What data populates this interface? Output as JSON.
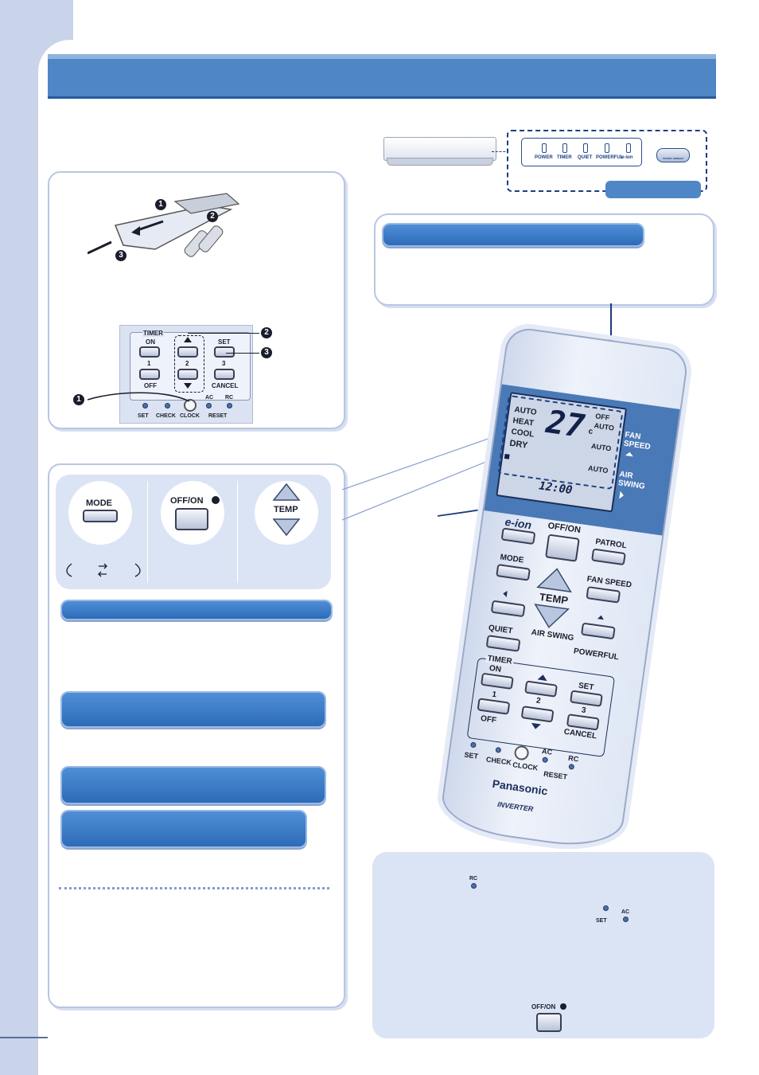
{
  "indoor_panel": {
    "indicators": [
      "POWER",
      "TIMER",
      "QUIET",
      "POWERFUL",
      "e-ion"
    ],
    "patrol_sensor_label": "PATROL SENSOR"
  },
  "battery_panel": {
    "steps": [
      "1",
      "2",
      "3"
    ]
  },
  "timer_closeup": {
    "timer_label": "TIMER",
    "on_label": "ON",
    "num1": "1",
    "off_label": "OFF",
    "num2": "2",
    "set_label": "SET",
    "num3": "3",
    "cancel_label": "CANCEL",
    "ac_label": "AC",
    "rc_label": "RC",
    "bottom_labels": [
      "SET",
      "CHECK",
      "CLOCK",
      "RESET"
    ],
    "callouts": [
      "2",
      "3",
      "1"
    ]
  },
  "controls_panel": {
    "mode_label": "MODE",
    "offon_label": "OFF/ON",
    "temp_label": "TEMP"
  },
  "remote": {
    "lcd": {
      "modes": [
        "AUTO",
        "HEAT",
        "COOL",
        "DRY"
      ],
      "temperature": "27",
      "temp_unit": "c",
      "off_label": "OFF",
      "fan_auto": "AUTO",
      "mid_auto": "AUTO",
      "swing_auto": "AUTO",
      "clock": "12:00"
    },
    "fan_speed_label": "FAN SPEED",
    "air_swing_label": "AIR SWING",
    "buttons": {
      "eion": "e-ion",
      "offon": "OFF/ON",
      "patrol": "PATROL",
      "mode": "MODE",
      "fan_speed": "FAN SPEED",
      "temp": "TEMP",
      "air_swing": "AIR SWING",
      "quiet": "QUIET",
      "powerful": "POWERFUL",
      "timer": "TIMER",
      "on": "ON",
      "one": "1",
      "off": "OFF",
      "two": "2",
      "set": "SET",
      "three": "3",
      "cancel": "CANCEL"
    },
    "bottom": {
      "set": "SET",
      "check": "CHECK",
      "clock": "CLOCK",
      "ac": "AC",
      "rc": "RC",
      "reset": "RESET"
    },
    "brand": "Panasonic",
    "sub_brand": "INVERTER"
  },
  "reset_panel": {
    "rc_label": "RC",
    "set_label": "SET",
    "ac_label": "AC",
    "offon_label": "OFF/ON"
  }
}
